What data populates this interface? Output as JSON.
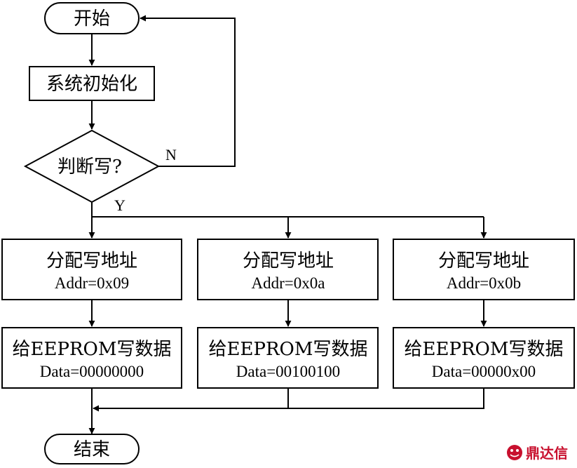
{
  "nodes": {
    "start": "开始",
    "init": "系统初始化",
    "decision": "判断写?",
    "end": "结束",
    "branches": [
      {
        "addr_title": "分配写地址",
        "addr_value": "Addr=0x09",
        "data_title": "给EEPROM写数据",
        "data_value": "Data=00000000"
      },
      {
        "addr_title": "分配写地址",
        "addr_value": "Addr=0x0a",
        "data_title": "给EEPROM写数据",
        "data_value": "Data=00100100"
      },
      {
        "addr_title": "分配写地址",
        "addr_value": "Addr=0x0b",
        "data_title": "给EEPROM写数据",
        "data_value": "Data=00000x00"
      }
    ]
  },
  "edge_labels": {
    "no": "N",
    "yes": "Y"
  },
  "watermark": {
    "text": "鼎达信",
    "color": "#c8102e"
  }
}
